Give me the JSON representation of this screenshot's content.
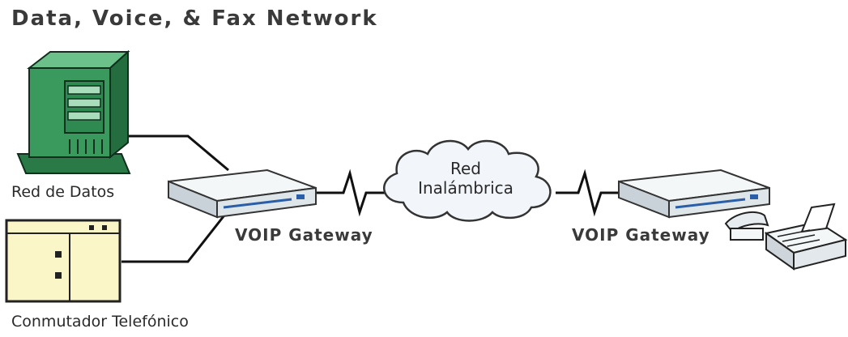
{
  "title": "Data, Voice, & Fax Network",
  "labels": {
    "data_network": "Red de Datos",
    "phone_switch": "Conmutador Telefónico",
    "gateway_left": "VOIP Gateway",
    "gateway_right": "VOIP Gateway",
    "cloud_line1": "Red",
    "cloud_line2": "Inalámbrica"
  },
  "icons": {
    "server": "server-icon",
    "pbx": "pbx-cabinet-icon",
    "gateway": "gateway-device-icon",
    "cloud": "wireless-cloud-icon",
    "fax": "fax-machine-icon"
  },
  "colors": {
    "server_green": "#2f8a52",
    "pbx_cream": "#fbf6c8",
    "gateway_body": "#e6ecef",
    "gateway_accent": "#2a5fa8",
    "cloud_fill": "#f2f6fa",
    "line": "#111111"
  }
}
